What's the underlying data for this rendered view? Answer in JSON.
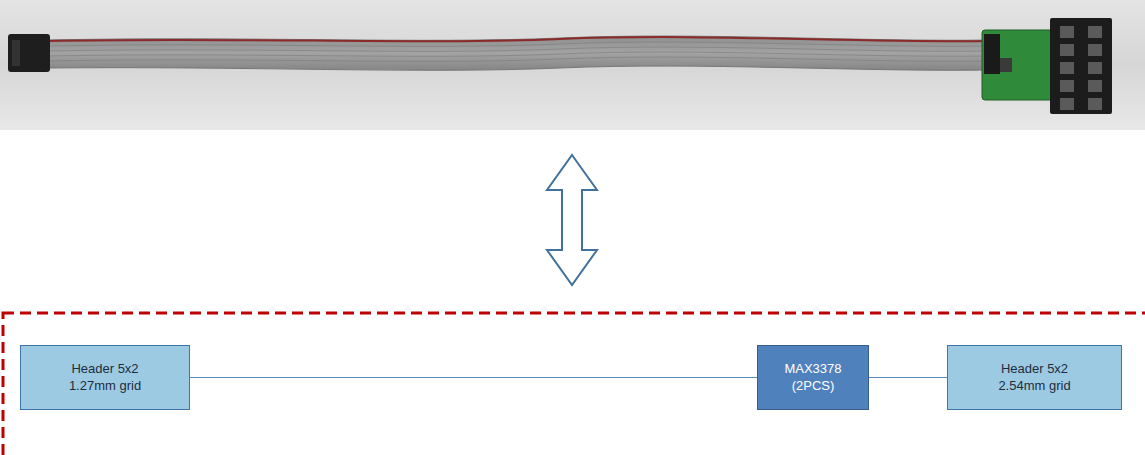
{
  "diagram": {
    "nodes": [
      {
        "text": [
          "Header 5x2 1.27mm grid"
        ]
      },
      {
        "text": [
          "MAX3378 (2PCS)"
        ]
      },
      {
        "text": [
          "Header 5x2 2.54mm grid"
        ]
      }
    ],
    "edges": [
      {
        "from": 0,
        "to": 1,
        "arrow": "none"
      },
      {
        "from": 1,
        "to": 2,
        "arrow": "none"
      }
    ]
  }
}
